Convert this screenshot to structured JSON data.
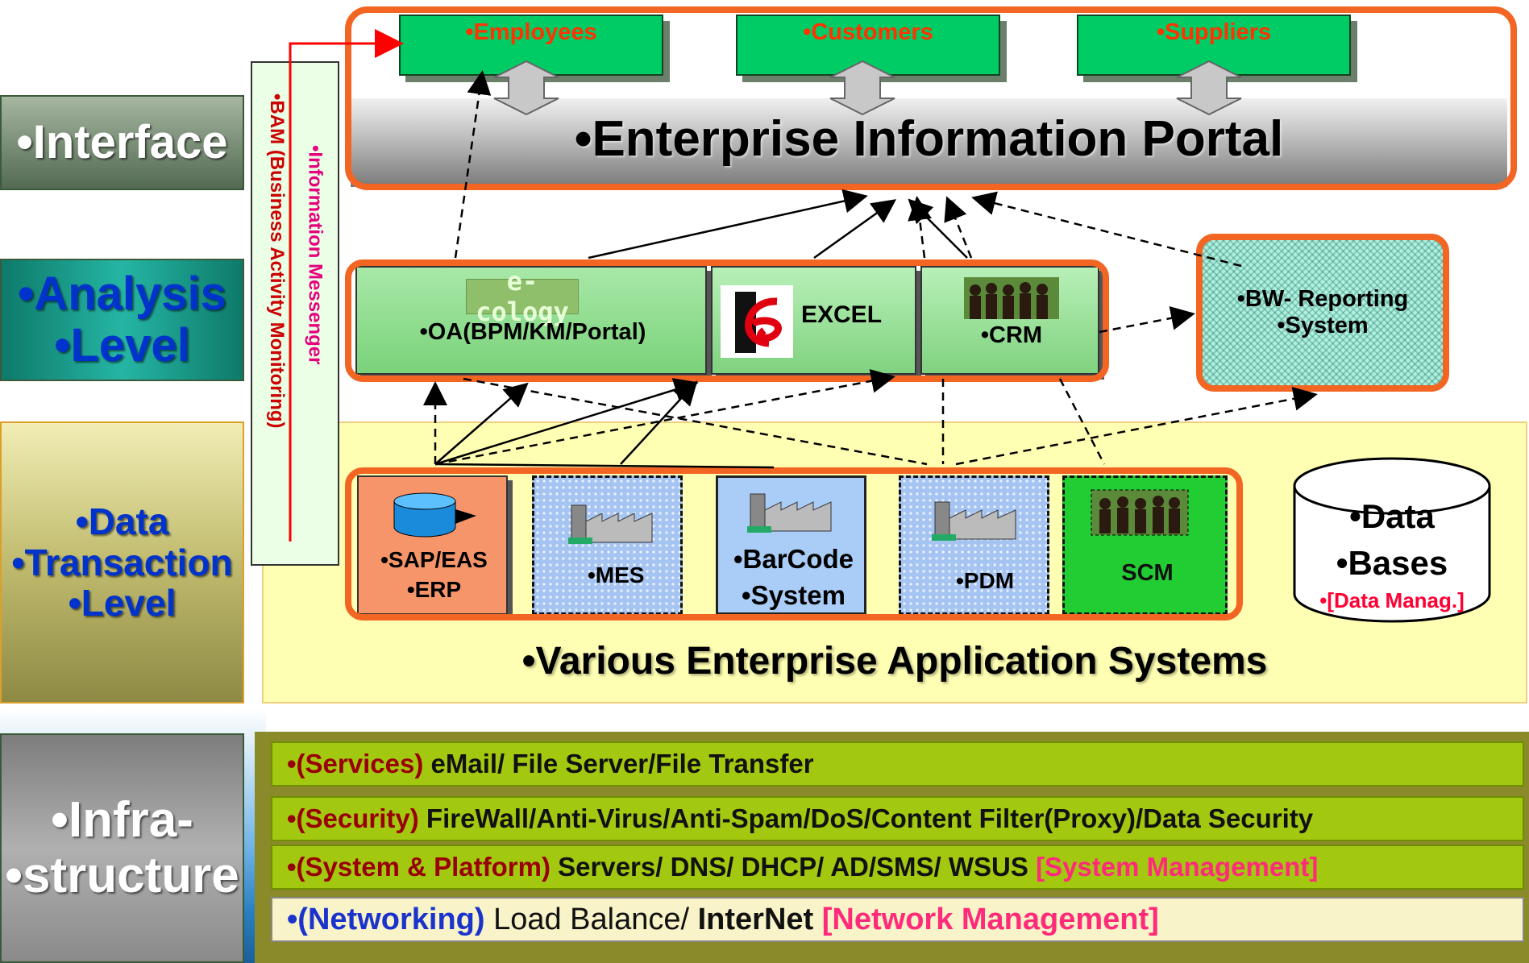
{
  "levels": {
    "interface": "•Interface",
    "analysis_1": "•Analysis",
    "analysis_2": "•Level",
    "data_1": "•Data",
    "data_2": "•Transaction",
    "data_3": "•Level",
    "infra_1": "•Infra-",
    "infra_2": "•structure"
  },
  "portal": {
    "title": "•Enterprise Information Portal",
    "users": [
      "•Employees",
      "•Customers",
      "•Suppliers"
    ]
  },
  "monitoring": {
    "bam": "•BAM (Business Activity Monitoring)",
    "messenger": "•Information Messenger"
  },
  "analysis": {
    "oa_logo": "e-cology",
    "oa": "•OA(BPM/KM/Portal)",
    "excel": "EXCEL",
    "crm": "•CRM",
    "bw_1": "•BW- Reporting",
    "bw_2": "•System"
  },
  "data_systems": {
    "sap_1": "•SAP/EAS",
    "sap_2": "•ERP",
    "mes": "•MES",
    "barcode_1": "•BarCode",
    "barcode_2": "•System",
    "pdm": "•PDM",
    "scm": "SCM",
    "db_1": "•Data",
    "db_2": "•Bases",
    "db_3": "•[Data Manag.]",
    "caption": "•Various Enterprise Application Systems"
  },
  "infrastructure": {
    "services_tag": "•(Services)",
    "services": " eMail/ File Server/File Transfer",
    "security_tag": "•(Security)",
    "security": " FireWall/Anti-Virus/Anti-Spam/DoS/Content Filter(Proxy)/Data Security",
    "system_tag": "•(System & Platform)",
    "system": " Servers/ DNS/ DHCP/ AD/SMS/ WSUS ",
    "system_mgmt": "[System Management]",
    "network_tag": "•(Networking)",
    "network_a": " Load Balance/ ",
    "network_b": "InterNet",
    "network_mgmt": " [Network Management]"
  },
  "colors": {
    "frame_orange": "#f26522",
    "user_green": "#00cc66",
    "infra_green": "#a3c810"
  }
}
